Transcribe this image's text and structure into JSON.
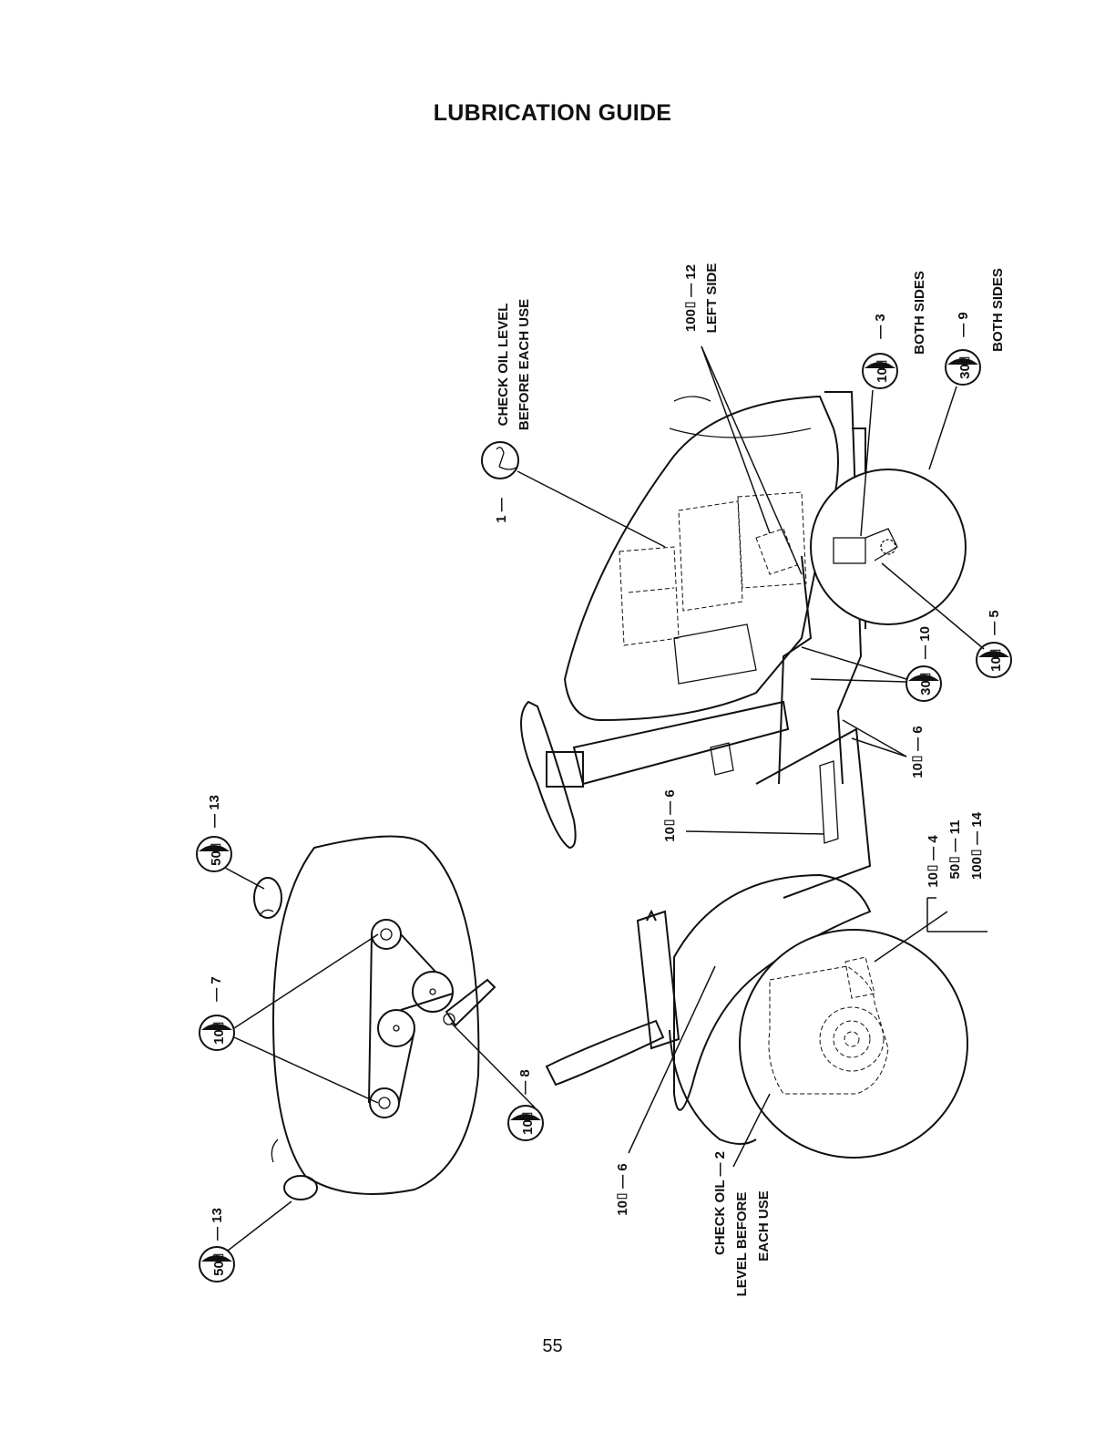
{
  "page": {
    "title": "LUBRICATION GUIDE",
    "page_number": "55"
  },
  "callouts": {
    "c1": "1 —",
    "c1_note_1": "CHECK OIL LEVEL",
    "c1_note_2": "BEFORE EACH USE",
    "c12": "100⌷ — 12",
    "c12_note": "LEFT SIDE",
    "c3": "— 3",
    "c3_badge": "10⌷",
    "c3_note": "BOTH SIDES",
    "c9": "— 9",
    "c9_badge": "30⌷",
    "c9_note": "BOTH SIDES",
    "c5": "— 5",
    "c5_badge": "10⌷",
    "c10": "— 10",
    "c10_badge": "30⌷",
    "c6a": "10⌷ — 6",
    "c6b": "10⌷ — 6",
    "c6c": "10⌷ — 6",
    "c4": "10⌷ — 4",
    "c11": "50⌷ — 11",
    "c14": "100⌷ — 14",
    "c2_line1": "CHECK OIL — 2",
    "c2_line2": "LEVEL BEFORE",
    "c2_line3": "EACH USE",
    "c13a": "— 13",
    "c13a_badge": "50⌷",
    "c13b": "— 13",
    "c13b_badge": "50⌷",
    "c7": "— 7",
    "c7_badge": "10⌷",
    "c8": "— 8",
    "c8_badge": "10⌷"
  }
}
